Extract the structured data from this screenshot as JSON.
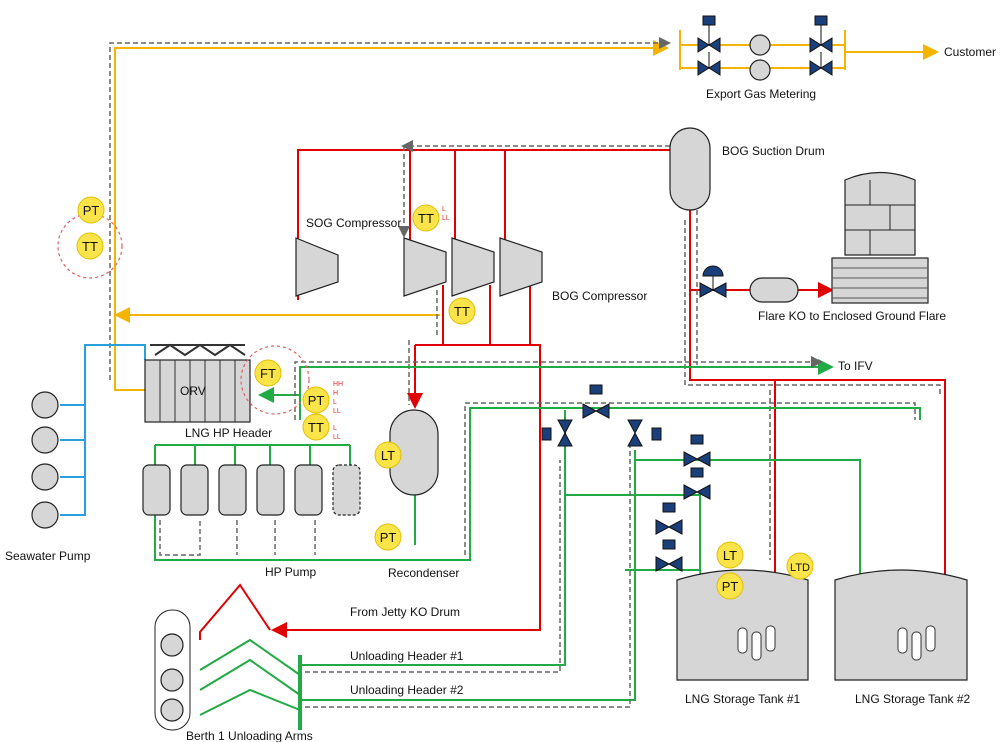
{
  "labels": {
    "customer": "Customer",
    "export_gas_metering": "Export Gas Metering",
    "bog_suction_drum": "BOG Suction Drum",
    "sog_compressor": "SOG Compressor",
    "bog_compressor": "BOG Compressor",
    "flare": "Flare KO to Enclosed Ground Flare",
    "to_ifv": "To IFV",
    "orv": "ORV",
    "lng_hp_header": "LNG HP Header",
    "hp_pump": "HP Pump",
    "recondenser": "Recondenser",
    "from_jetty": "From Jetty KO Drum",
    "unloading_1": "Unloading Header #1",
    "unloading_2": "Unloading Header #2",
    "berth": "Berth 1 Unloading Arms",
    "tank1": "LNG Storage Tank #1",
    "tank2": "LNG Storage Tank #2",
    "seawater_pump": "Seawater Pump"
  },
  "instruments": {
    "pt_export": {
      "tag": "PT"
    },
    "tt_export": {
      "tag": "TT"
    },
    "tt_sog": {
      "tag": "TT",
      "alarm1": "L",
      "alarm2": "LL"
    },
    "tt_bog": {
      "tag": "TT"
    },
    "ft_header": {
      "tag": "FT"
    },
    "pt_header": {
      "tag": "PT",
      "alarm1": "HH",
      "alarm2": "H",
      "alarm3": "L",
      "alarm4": "LL"
    },
    "tt_header": {
      "tag": "TT",
      "alarm1": "L",
      "alarm2": "LL"
    },
    "lt_recondenser": {
      "tag": "LT"
    },
    "pt_recondenser": {
      "tag": "PT"
    },
    "lt_tank1": {
      "tag": "LT"
    },
    "pt_tank1": {
      "tag": "PT"
    },
    "ltd_tank1": {
      "tag": "LTD"
    }
  },
  "colors": {
    "send_out_gas": "#f5b400",
    "boil_off_gas": "#e00000",
    "lng": "#22aa44",
    "seawater": "#29a0dc",
    "instrument": "#fbe34a"
  }
}
